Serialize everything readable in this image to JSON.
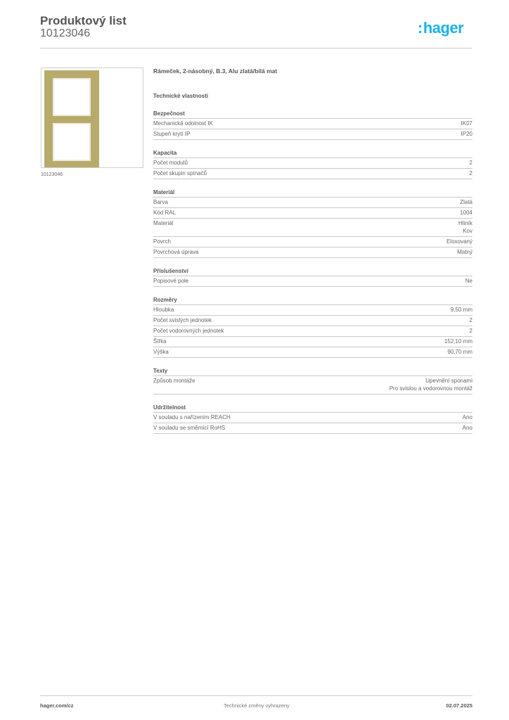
{
  "header": {
    "title": "Produktový list",
    "code": "10123046",
    "logo_colon": ":",
    "logo_text": "hager",
    "logo_color": "#19b4e6"
  },
  "image": {
    "alt": "Rámeček 2-násobný zlatý",
    "caption": "10123046",
    "frame_color": "#b8ab6a"
  },
  "main": {
    "product_name": "Rámeček, 2-násobný, B.3, Alu zlatá/bílá mat",
    "tech_title": "Technické vlastnosti",
    "sections": [
      {
        "title": "Bezpečnost",
        "rows": [
          {
            "label": "Mechanická odolnost IK",
            "value": "IK07"
          },
          {
            "label": "Stupeň krytí IP",
            "value": "IP20"
          }
        ]
      },
      {
        "title": "Kapacita",
        "rows": [
          {
            "label": "Počet modulů",
            "value": "2"
          },
          {
            "label": "Počet skupin spínačů",
            "value": "2"
          }
        ]
      },
      {
        "title": "Materiál",
        "rows": [
          {
            "label": "Barva",
            "value": "Zlatá"
          },
          {
            "label": "Kód RAL",
            "value": "1004"
          },
          {
            "label": "Materiál",
            "value": "Hliník\nKov"
          },
          {
            "label": "Povrch",
            "value": "Eloxovaný"
          },
          {
            "label": "Povrchová úprava",
            "value": "Matný"
          }
        ]
      },
      {
        "title": "Příslušenství",
        "rows": [
          {
            "label": "Popisové pole",
            "value": "Ne"
          }
        ]
      },
      {
        "title": "Rozměry",
        "rows": [
          {
            "label": "Hloubka",
            "value": "9,50 mm"
          },
          {
            "label": "Počet svislých jednotek",
            "value": "2"
          },
          {
            "label": "Počet vodorovných jednotek",
            "value": "2"
          },
          {
            "label": "Šířka",
            "value": "152,10 mm"
          },
          {
            "label": "Výška",
            "value": "90,70 mm"
          }
        ]
      },
      {
        "title": "Texty",
        "rows": [
          {
            "label": "Způsob montáže",
            "value": "Upevnění sponami\nPro svislou a vodorovnou montáž"
          }
        ]
      },
      {
        "title": "Udržitelnost",
        "rows": [
          {
            "label": "V souladu s nařízením REACH",
            "value": "Ano"
          },
          {
            "label": "V souladu se směrnicí RoHS",
            "value": "Ano"
          }
        ]
      }
    ]
  },
  "footer": {
    "website": "hager.com/cz",
    "notice": "Technické změny vyhrazeny",
    "date": "02.07.2025"
  }
}
